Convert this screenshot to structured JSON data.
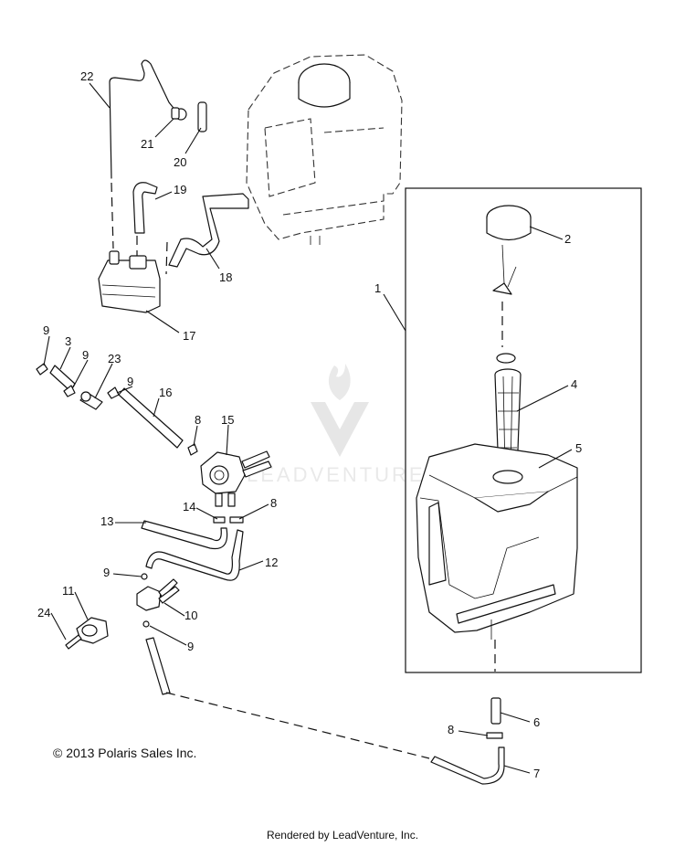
{
  "callouts": [
    "22",
    "21",
    "20",
    "19",
    "18",
    "17",
    "9",
    "3",
    "9",
    "23",
    "9",
    "16",
    "8",
    "15",
    "14",
    "8",
    "13",
    "12",
    "9",
    "11",
    "10",
    "24",
    "9",
    "1",
    "2",
    "4",
    "5",
    "6",
    "8",
    "7"
  ],
  "watermark": "LEADVENTURE",
  "copyright": "© 2013 Polaris Sales Inc.",
  "rendered_by": "Rendered by LeadVenture, Inc."
}
